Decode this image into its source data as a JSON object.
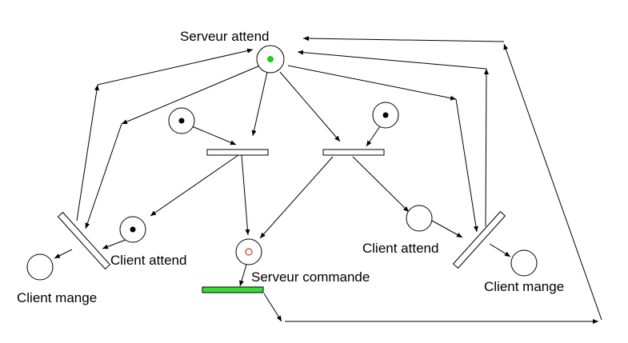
{
  "labels": {
    "serveur_attend": "Serveur attend",
    "client_attend_left": "Client attend",
    "client_mange_left": "Client mange",
    "serveur_commande": "Serveur commande",
    "client_attend_right": "Client attend",
    "client_mange_right": "Client mange"
  },
  "colors": {
    "token_black": "#000000",
    "token_green": "#22cc22",
    "token_red_outline": "#cc0000",
    "active_transition": "#33dd33"
  }
}
